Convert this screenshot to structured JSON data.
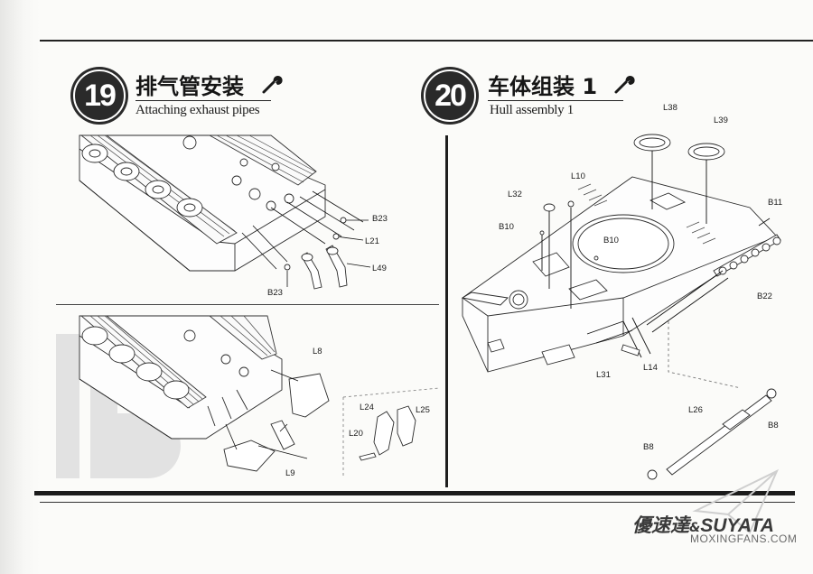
{
  "step19": {
    "number": "19",
    "title_cn": "排气管安装",
    "title_en": "Attaching exhaust pipes",
    "upper_labels": {
      "b23a": "B23",
      "l21": "L21",
      "l49": "L49",
      "b23b": "B23"
    },
    "lower_labels": {
      "l8": "L8",
      "l24": "L24",
      "l25": "L25",
      "l20": "L20",
      "l9": "L9"
    }
  },
  "step20": {
    "number": "20",
    "title_cn": "车体组装 1",
    "title_en": "Hull assembly 1",
    "labels": {
      "l38": "L38",
      "l39": "L39",
      "l10": "L10",
      "l32": "L32",
      "b11": "B11",
      "b10a": "B10",
      "b10b": "B10",
      "b22": "B22",
      "l31": "L31",
      "l14": "L14",
      "l26": "L26",
      "b8a": "B8",
      "b8b": "B8"
    }
  },
  "watermark": {
    "brand_cn": "優速達",
    "brand_en": "SUYATA",
    "site": "MOXINGFANS.COM"
  },
  "icons": {
    "tool": "wrench-icon"
  }
}
